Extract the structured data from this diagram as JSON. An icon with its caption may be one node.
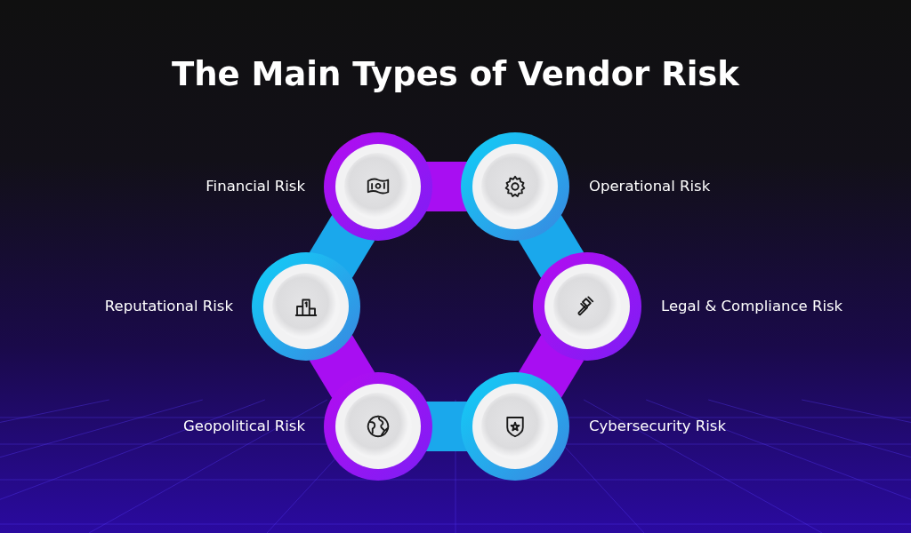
{
  "diagram": {
    "title": "The Main Types of Vendor Risk",
    "nodes": [
      {
        "text": [],
        "shape": "circle",
        "beside": [
          "Financial Risk"
        ]
      },
      {
        "text": [],
        "shape": "circle",
        "beside": [
          "Operational Risk"
        ]
      },
      {
        "text": [],
        "shape": "circle",
        "beside": [
          "Reputational Risk"
        ]
      },
      {
        "text": [],
        "shape": "circle",
        "beside": [
          "Legal & Compliance Risk"
        ]
      },
      {
        "text": [],
        "shape": "circle",
        "beside": [
          "Geopolitical Risk"
        ]
      },
      {
        "text": [],
        "shape": "circle",
        "beside": [
          "Cybersecurity Risk"
        ]
      }
    ],
    "edges": [
      {
        "from": 0,
        "to": 1,
        "arrow": "none",
        "color": "#a80ef2"
      },
      {
        "from": 1,
        "to": 3,
        "arrow": "none",
        "color": "#1aa8ec"
      },
      {
        "from": 3,
        "to": 5,
        "arrow": "none",
        "color": "#a80ef2"
      },
      {
        "from": 5,
        "to": 4,
        "arrow": "none",
        "color": "#1aa8ec"
      },
      {
        "from": 4,
        "to": 2,
        "arrow": "none",
        "color": "#a80ef2"
      },
      {
        "from": 2,
        "to": 0,
        "arrow": "none",
        "color": "#1aa8ec"
      }
    ]
  }
}
